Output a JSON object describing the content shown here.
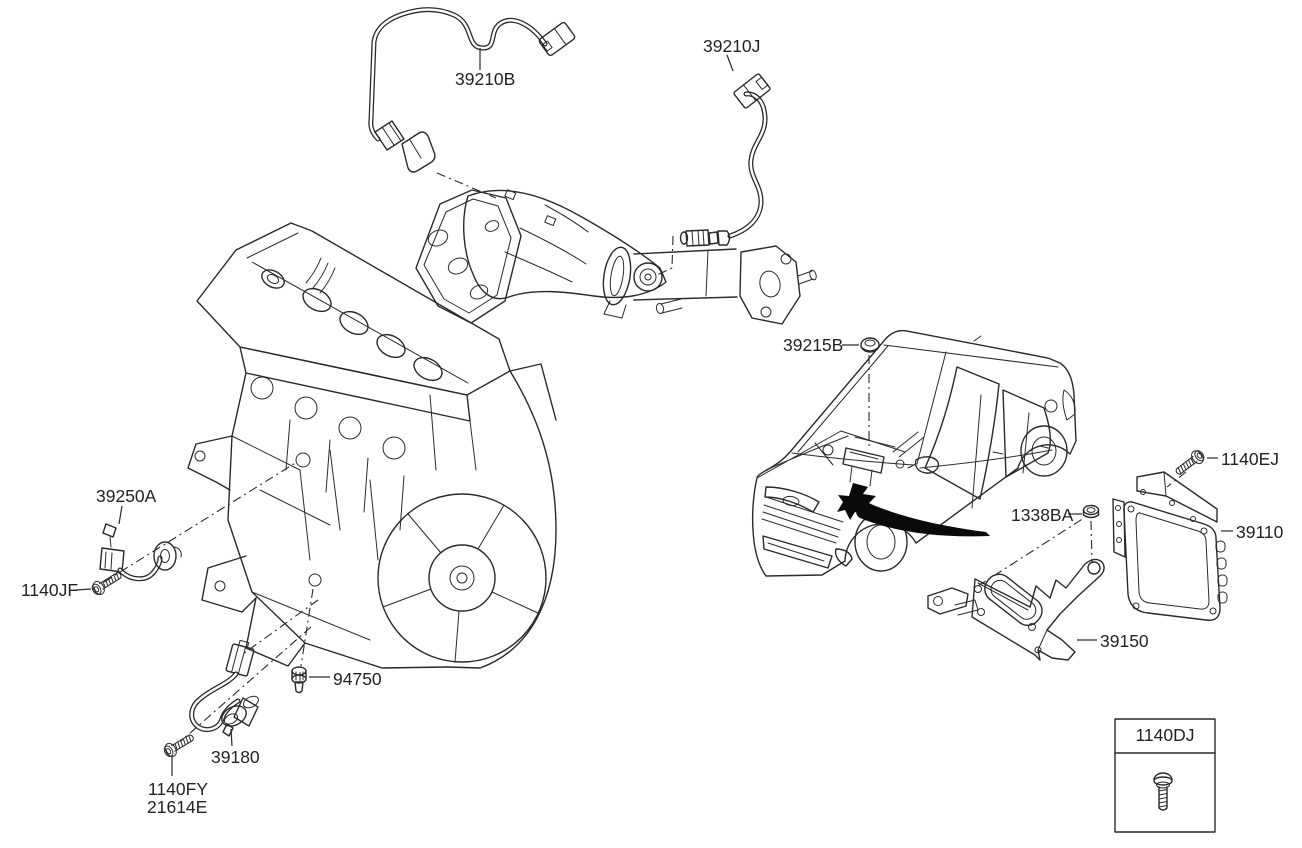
{
  "diagram": {
    "type": "vehicle-parts-exploded-diagram",
    "background": "#ffffff",
    "line_color": "#2a2a2a",
    "label_color": "#232323",
    "callout_fill": "#000000"
  },
  "parts": [
    {
      "label": "39210B"
    },
    {
      "label": "39210J"
    },
    {
      "label": "39215B"
    },
    {
      "label": "1140EJ"
    },
    {
      "label": "39110"
    },
    {
      "label": "1338BA"
    },
    {
      "label": "39150"
    },
    {
      "label": "39250A"
    },
    {
      "label": "1140JF"
    },
    {
      "label": "94750"
    },
    {
      "label": "39180"
    },
    {
      "label": "1140FY"
    },
    {
      "label": "21614E"
    },
    {
      "label": "1140DJ"
    }
  ]
}
